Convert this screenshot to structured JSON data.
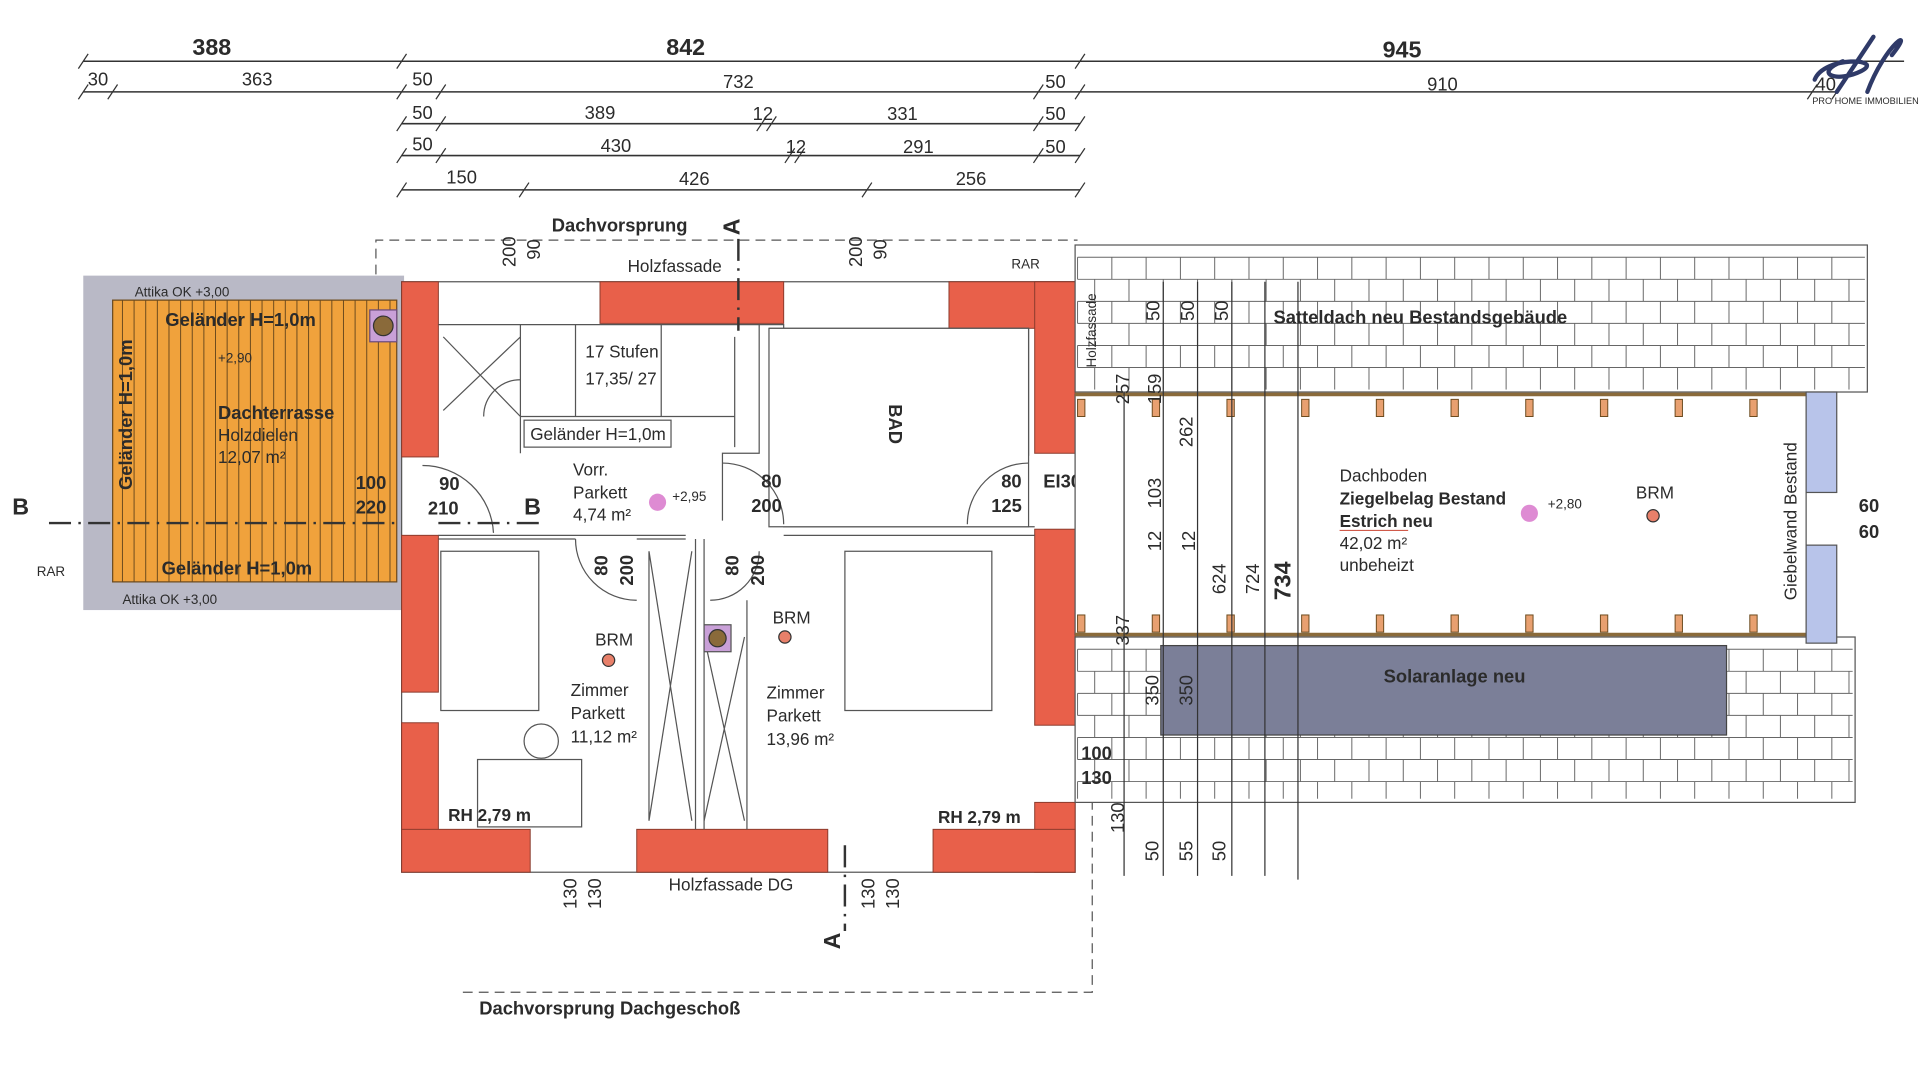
{
  "colors": {
    "wall": "#e8604a",
    "terrace": "#f0a23c",
    "parapet": "#b9b9c6",
    "solar": "#7b7f98",
    "gable": "#b8c4ea",
    "level_marker": "#d05ac0"
  },
  "dims": {
    "row1": [
      "388",
      "842",
      "945"
    ],
    "row2": [
      "30",
      "363",
      "50",
      "732",
      "50",
      "910",
      "40"
    ],
    "row3": [
      "50",
      "389",
      "12",
      "331",
      "50"
    ],
    "row4": [
      "50",
      "430",
      "12",
      "291",
      "50"
    ],
    "row5": [
      "150",
      "426",
      "256"
    ]
  },
  "labels": {
    "dachvorsprung": "Dachvorsprung",
    "dachvorsprung_dg": "Dachvorsprung Dachgeschoß",
    "holzfassade": "Holzfassade",
    "holzfassade_dg": "Holzfassade DG",
    "holzfassade_side": "Holzfassade",
    "rar_top": "RAR",
    "rar_left": "RAR",
    "attika_top": "Attika OK +3,00",
    "attika_bottom": "Attika OK +3,00",
    "gelaender_top": "Geländer H=1,0m",
    "gelaender_left": "Geländer H=1,0m",
    "gelaender_bottom": "Geländer H=1,0m",
    "gelaender_stair": "Geländer H=1,0m",
    "terrace_name": "Dachterrasse",
    "terrace_floor": "Holzdielen",
    "terrace_area": "12,07 m²",
    "terrace_level": "+2,90",
    "stairs": "17 Stufen",
    "stairs_ratio": "17,35/ 27",
    "bad": "BAD",
    "vorr": "Vorr.",
    "vorr_floor": "Parkett",
    "vorr_area": "4,74 m²",
    "vorr_level": "+2,95",
    "room1": "Zimmer",
    "room1_floor": "Parkett",
    "room1_area": "11,12 m²",
    "room1_brm": "BRM",
    "room1_rh": "RH 2,79 m",
    "room2": "Zimmer",
    "room2_floor": "Parkett",
    "room2_area": "13,96 m²",
    "room2_brm": "BRM",
    "room2_rh": "RH 2,79 m",
    "ei30": "EI30",
    "sect_a_top": "A",
    "sect_a_bottom": "A",
    "sect_b_left": "B",
    "sect_b_right": "B",
    "satteldach": "Satteldach neu Bestandsgebäude",
    "dachboden": "Dachboden",
    "dachboden_1": "Ziegelbelag Bestand",
    "dachboden_2": "Estrich neu",
    "dachboden_area": "42,02 m²",
    "dachboden_3": "unbeheizt",
    "dachboden_level": "+2,80",
    "dachboden_brm": "BRM",
    "giebelwand": "Giebelwand Bestand",
    "solar": "Solaranlage neu",
    "logo": "PRO HOME IMMOBILIEN"
  },
  "door_dims": {
    "terrace_door": [
      "100",
      "220"
    ],
    "entry_door": [
      "90",
      "210"
    ],
    "bad_door": [
      "80",
      "200"
    ],
    "stair_door": [
      "80",
      "125"
    ],
    "room1_door": [
      "80",
      "200"
    ],
    "room2_door": [
      "80",
      "200"
    ],
    "top_left": [
      "200",
      "90"
    ],
    "top_right": [
      "200",
      "90"
    ],
    "bottom_left": [
      "130",
      "130"
    ],
    "bottom_right": [
      "130",
      "130"
    ],
    "window_60": [
      "60",
      "60"
    ],
    "side_100_130": [
      "100",
      "130"
    ]
  },
  "vertical_dims": {
    "top": [
      "50",
      "50",
      "50"
    ],
    "mid": [
      "257",
      "159",
      "262",
      "103",
      "12",
      "12",
      "624",
      "724",
      "734",
      "337",
      "350",
      "350"
    ],
    "bottom": [
      "130",
      "50",
      "55",
      "50"
    ]
  }
}
